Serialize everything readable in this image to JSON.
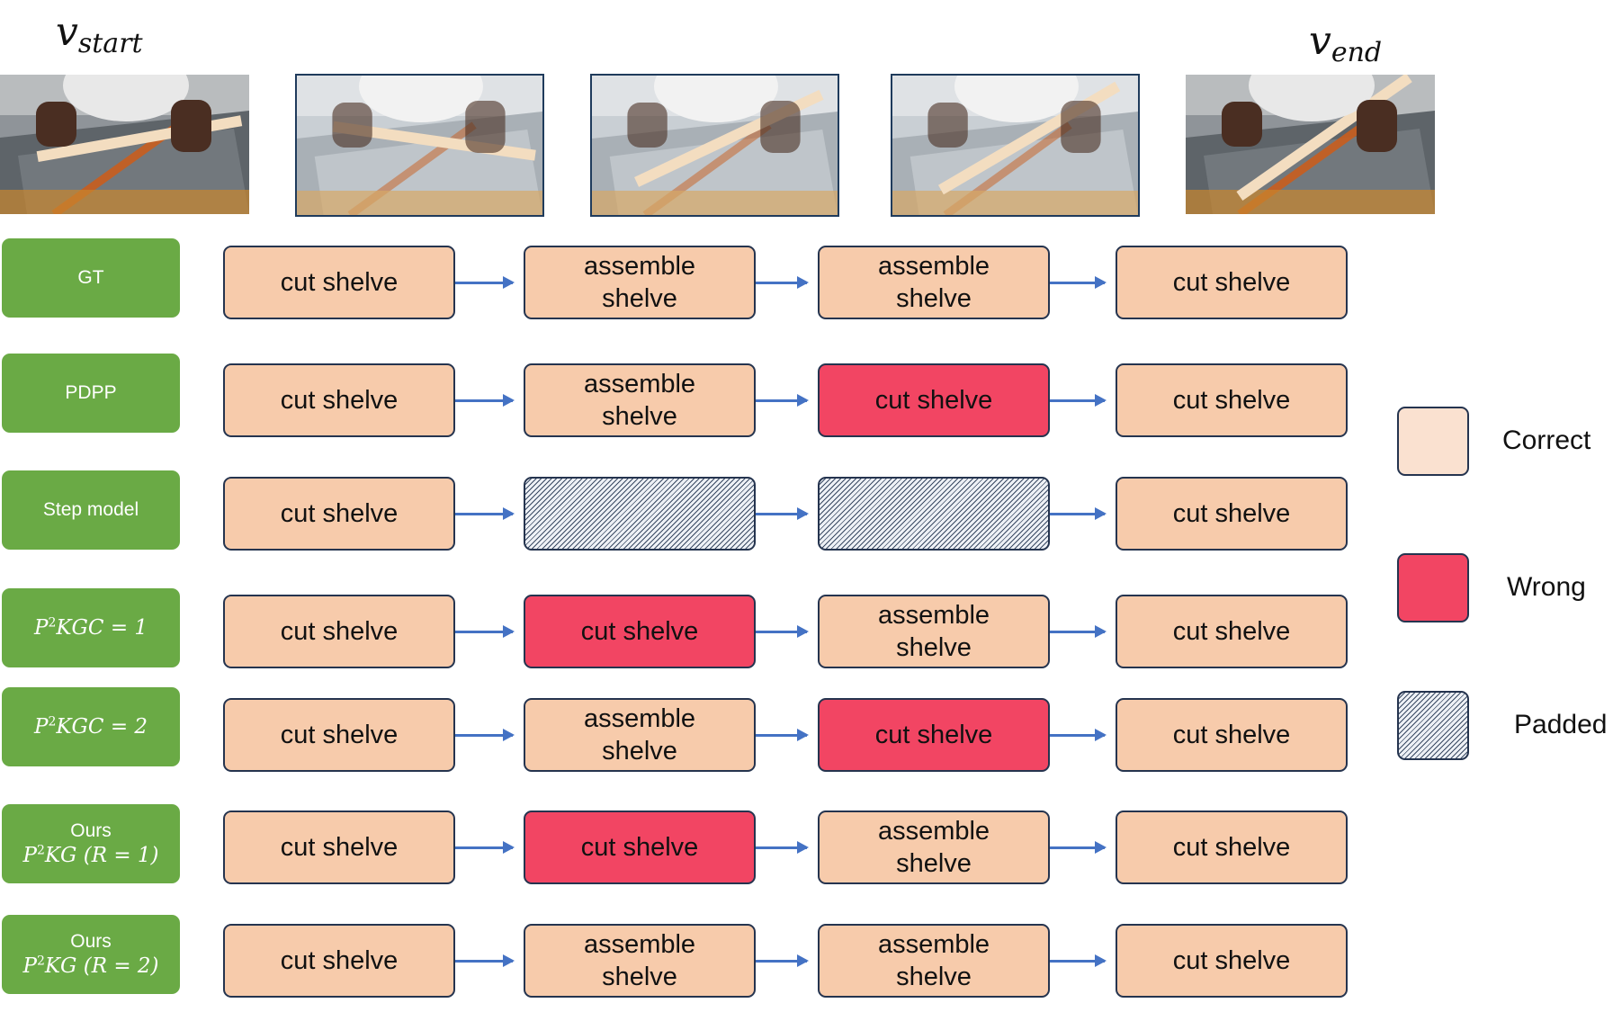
{
  "header": {
    "v_start": "v",
    "v_start_sub": "start",
    "v_end": "v",
    "v_end_sub": "end"
  },
  "frames": [
    "video-frame-1",
    "video-frame-2",
    "video-frame-3",
    "video-frame-4",
    "video-frame-5"
  ],
  "rows": [
    {
      "label_lines": [
        {
          "type": "text",
          "text": "GT"
        }
      ],
      "steps": [
        {
          "text": "cut shelve",
          "status": "correct"
        },
        {
          "text": "assemble shelve",
          "status": "correct"
        },
        {
          "text": "assemble shelve",
          "status": "correct"
        },
        {
          "text": "cut shelve",
          "status": "correct"
        }
      ]
    },
    {
      "label_lines": [
        {
          "type": "text",
          "text": "PDPP"
        }
      ],
      "steps": [
        {
          "text": "cut shelve",
          "status": "correct"
        },
        {
          "text": "assemble shelve",
          "status": "correct"
        },
        {
          "text": "cut shelve",
          "status": "wrong"
        },
        {
          "text": "cut shelve",
          "status": "correct"
        }
      ]
    },
    {
      "label_lines": [
        {
          "type": "text",
          "text": "Step model"
        }
      ],
      "steps": [
        {
          "text": "cut shelve",
          "status": "correct"
        },
        {
          "text": "",
          "status": "padded"
        },
        {
          "text": "",
          "status": "padded"
        },
        {
          "text": "cut shelve",
          "status": "correct"
        }
      ]
    },
    {
      "label_lines": [
        {
          "type": "math",
          "base": "P",
          "sup": "2",
          "rest": "KGC = 1"
        }
      ],
      "steps": [
        {
          "text": "cut shelve",
          "status": "correct"
        },
        {
          "text": "cut shelve",
          "status": "wrong"
        },
        {
          "text": "assemble shelve",
          "status": "correct"
        },
        {
          "text": "cut shelve",
          "status": "correct"
        }
      ]
    },
    {
      "label_lines": [
        {
          "type": "math",
          "base": "P",
          "sup": "2",
          "rest": "KGC = 2"
        }
      ],
      "steps": [
        {
          "text": "cut shelve",
          "status": "correct"
        },
        {
          "text": "assemble shelve",
          "status": "correct"
        },
        {
          "text": "cut shelve",
          "status": "wrong"
        },
        {
          "text": "cut shelve",
          "status": "correct"
        }
      ]
    },
    {
      "label_lines": [
        {
          "type": "text",
          "text": "Ours"
        },
        {
          "type": "math",
          "base": "P",
          "sup": "2",
          "rest": "KG (R = 1)"
        }
      ],
      "steps": [
        {
          "text": "cut shelve",
          "status": "correct"
        },
        {
          "text": "cut shelve",
          "status": "wrong"
        },
        {
          "text": "assemble shelve",
          "status": "correct"
        },
        {
          "text": "cut shelve",
          "status": "correct"
        }
      ]
    },
    {
      "label_lines": [
        {
          "type": "text",
          "text": "Ours"
        },
        {
          "type": "math",
          "base": "P",
          "sup": "2",
          "rest": "KG (R = 2)"
        }
      ],
      "steps": [
        {
          "text": "cut shelve",
          "status": "correct"
        },
        {
          "text": "assemble shelve",
          "status": "correct"
        },
        {
          "text": "assemble shelve",
          "status": "correct"
        },
        {
          "text": "cut shelve",
          "status": "correct"
        }
      ]
    }
  ],
  "legend": [
    {
      "label": "Correct",
      "status": "correct"
    },
    {
      "label": "Wrong",
      "status": "wrong"
    },
    {
      "label": "Padded",
      "status": "padded"
    }
  ],
  "colors": {
    "correct": "#f7cbab",
    "wrong": "#f24563",
    "padded": "#eef1f6",
    "label_bg": "#6aaa45",
    "arrow": "#4472c4",
    "legend_correct": "#fae1d0"
  }
}
